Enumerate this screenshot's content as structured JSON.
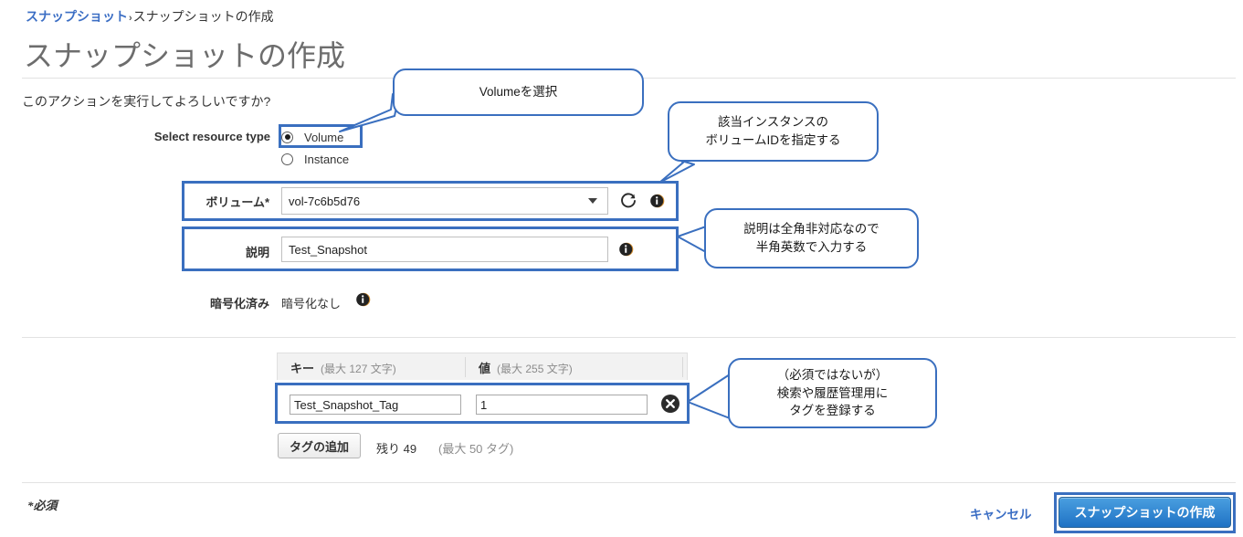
{
  "breadcrumb": {
    "parent": "スナップショット",
    "separator": "›",
    "current": "スナップショットの作成"
  },
  "page_title": "スナップショットの作成",
  "question": "このアクションを実行してよろしいですか?",
  "form": {
    "resource_type_label": "Select resource type",
    "resource_options": [
      {
        "label": "Volume",
        "selected": true
      },
      {
        "label": "Instance",
        "selected": false
      }
    ],
    "volume_label": "ボリューム*",
    "volume_value": "vol-7c6b5d76",
    "description_label": "説明",
    "description_value": "Test_Snapshot",
    "encrypted_label": "暗号化済み",
    "encrypted_value": "暗号化なし"
  },
  "tags": {
    "key_header": "キー",
    "key_hint": "(最大 127 文字)",
    "value_header": "値",
    "value_hint": "(最大 255 文字)",
    "rows": [
      {
        "key": "Test_Snapshot_Tag",
        "value": "1"
      }
    ],
    "add_button": "タグの追加",
    "remaining": "残り 49",
    "max_hint": "(最大 50 タグ)"
  },
  "footer": {
    "required_note": "*必須",
    "cancel_label": "キャンセル",
    "create_label": "スナップショットの作成"
  },
  "annotations": [
    {
      "id": "callout-1",
      "text": "Volumeを選択"
    },
    {
      "id": "callout-2",
      "line1": "該当インスタンスの",
      "line2": "ボリュームIDを指定する"
    },
    {
      "id": "callout-3",
      "line1": "説明は全角非対応なので",
      "line2": "半角英数で入力する"
    },
    {
      "id": "callout-4",
      "line1": "（必須ではないが）",
      "line2": "検索や履歴管理用に",
      "line3": "タグを登録する"
    }
  ],
  "icons": {
    "refresh": "refresh-icon",
    "info": "info-icon",
    "remove": "remove-tag-icon",
    "dropdown": "chevron-down-icon"
  },
  "colors": {
    "link": "#3b6ec4",
    "annotation": "#3a6fbf",
    "primary_button": "#1f72c4",
    "title_gray": "#6d6d6d"
  }
}
